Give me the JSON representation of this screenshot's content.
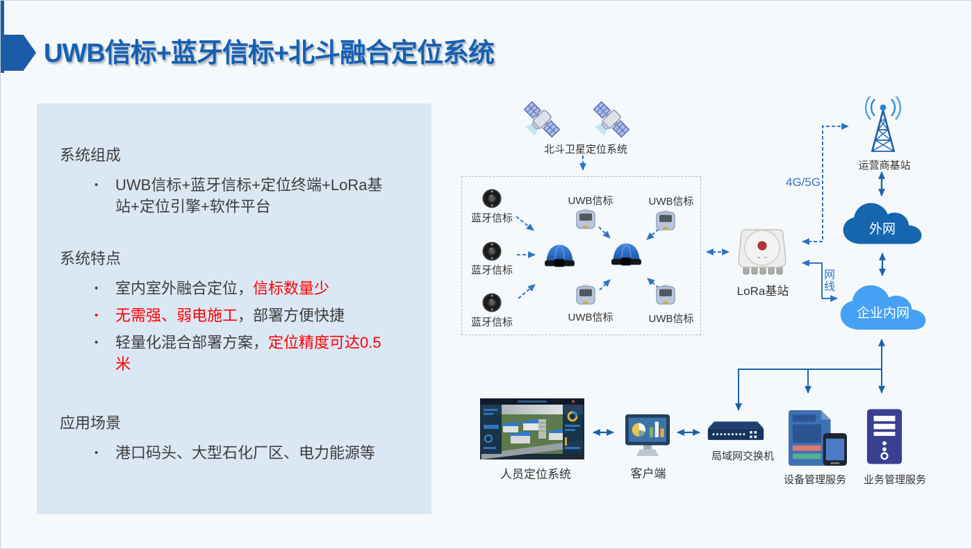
{
  "title": "UWB信标+蓝牙信标+北斗融合定位系统",
  "panel": {
    "composition": {
      "heading": "系统组成",
      "line1": "UWB信标+蓝牙信标+定位终端+LoRa基",
      "line2": "站+定位引擎+软件平台"
    },
    "features": {
      "heading": "系统特点",
      "items": [
        {
          "pre": "室内室外融合定位，",
          "red": "信标数量少",
          "post": ""
        },
        {
          "pre": "",
          "red": "无需强、弱电施工",
          "post": "，部署方便快捷"
        },
        {
          "pre": "轻量化混合部署方案，",
          "red": "定位精度可达0.5",
          "red2": "米",
          "post": ""
        }
      ]
    },
    "scenarios": {
      "heading": "应用场景",
      "item": "港口码头、大型石化厂区、电力能源等"
    }
  },
  "diagram": {
    "satellite_label": "北斗卫星定位系统",
    "bluetooth_label": "蓝牙信标",
    "uwb_label": "UWB信标",
    "lora_label": "LoRa基站",
    "tower_label": "运营商基站",
    "extranet_label": "外网",
    "intranet_label": "企业内网",
    "link_4g5g_label": "4G/5G",
    "cable_label": "网线",
    "personnel_label": "人员定位系统",
    "client_label": "客户端",
    "switch_label": "局域网交换机",
    "device_mgmt_label": "设备管理服务",
    "business_mgmt_label": "业务管理服务"
  },
  "colors": {
    "title_blue": "#1560B2",
    "accent_blue": "#1A5CA8",
    "solid_arrow": "#1763AF",
    "dashed_arrow": "#2E75C3",
    "red_text": "#FE0000",
    "panel_bg": "#DCE7F4",
    "extranet_cloud": "#1565AF",
    "intranet_cloud": "#45A1F3"
  }
}
